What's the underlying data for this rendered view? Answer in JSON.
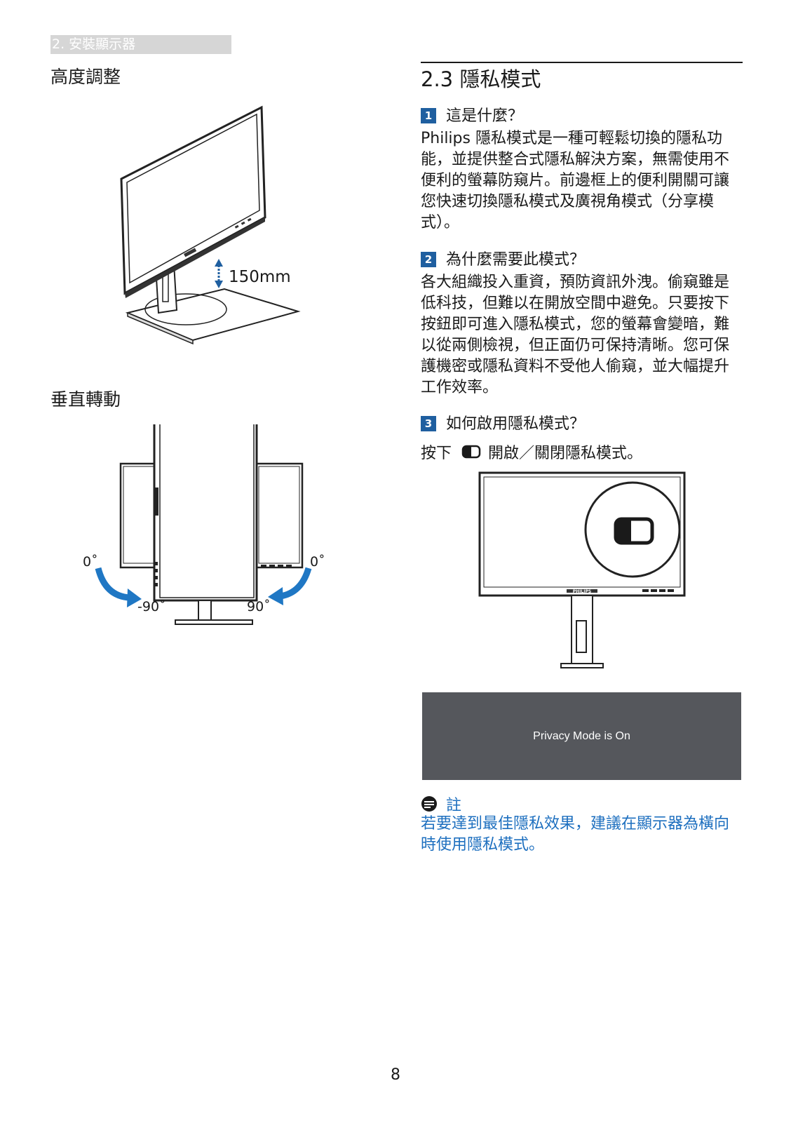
{
  "header": {
    "chapter": "2. 安裝顯示器"
  },
  "left": {
    "height_title": "高度調整",
    "height_value": "150mm",
    "pivot_title": "垂直轉動",
    "pivot_labels": {
      "left_zero": "0˚",
      "right_zero": "0˚",
      "neg90": "-90˚",
      "pos90": "90˚"
    }
  },
  "right": {
    "section_title": "2.3 隱私模式",
    "q1": {
      "num": "1",
      "title": "這是什麼？",
      "body": "Philips 隱私模式是一種可輕鬆切換的隱私功能，並提供整合式隱私解決方案，無需使用不便利的螢幕防窺片。前邊框上的便利開關可讓您快速切換隱私模式及廣視角模式（分享模式）。"
    },
    "q2": {
      "num": "2",
      "title": "為什麼需要此模式？",
      "body": "各大組織投入重資，預防資訊外洩。偷窺雖是低科技，但難以在開放空間中避免。只要按下按鈕即可進入隱私模式，您的螢幕會變暗，難以從兩側檢視，但正面仍可保持清晰。您可保護機密或隱私資料不受他人偷窺，並大幅提升工作效率。"
    },
    "q3": {
      "num": "3",
      "title": "如何啟用隱私模式？",
      "press": "按下",
      "action": "開啟／關閉隱私模式。"
    },
    "monitor_brand": "PHILIPS",
    "osd_message": "Privacy Mode is On",
    "note_label": "註",
    "note_body": "若要達到最佳隱私效果，建議在顯示器為橫向時使用隱私模式。"
  },
  "footer": {
    "page": "8"
  },
  "colors": {
    "accent_blue": "#1d6fbf",
    "badge_blue": "#1f5fa0",
    "osd_bg": "#55575c",
    "chapter_tab": "#d6d6d6"
  }
}
